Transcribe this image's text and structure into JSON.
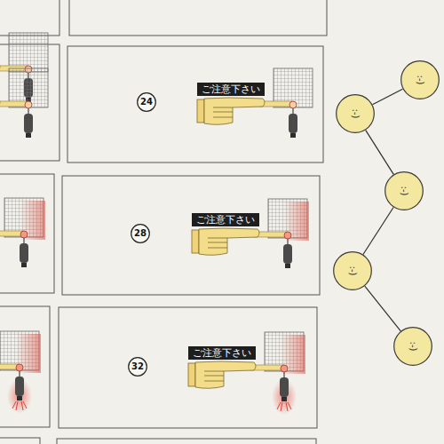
{
  "diagram": {
    "nodes": [
      {
        "text": [
          ":-)"
        ]
      },
      {
        "text": [
          "24"
        ]
      },
      {
        "text": [
          "ご注意下さい"
        ]
      },
      {
        "text": [
          ":-)"
        ]
      },
      {
        "text": [
          ":-)"
        ]
      },
      {
        "text": [
          "28"
        ]
      },
      {
        "text": [
          "ご注意下さい"
        ]
      },
      {
        "text": [
          ":-)"
        ]
      },
      {
        "text": [
          "32"
        ]
      },
      {
        "text": [
          "ご注意下さい"
        ]
      },
      {
        "text": [
          ":-)"
        ]
      }
    ],
    "edges": [
      {
        "from": 0,
        "to": 3,
        "arrow": "none"
      },
      {
        "from": 3,
        "to": 4,
        "arrow": "none"
      },
      {
        "from": 4,
        "to": 7,
        "arrow": "none"
      },
      {
        "from": 7,
        "to": 10,
        "arrow": "none"
      }
    ]
  }
}
